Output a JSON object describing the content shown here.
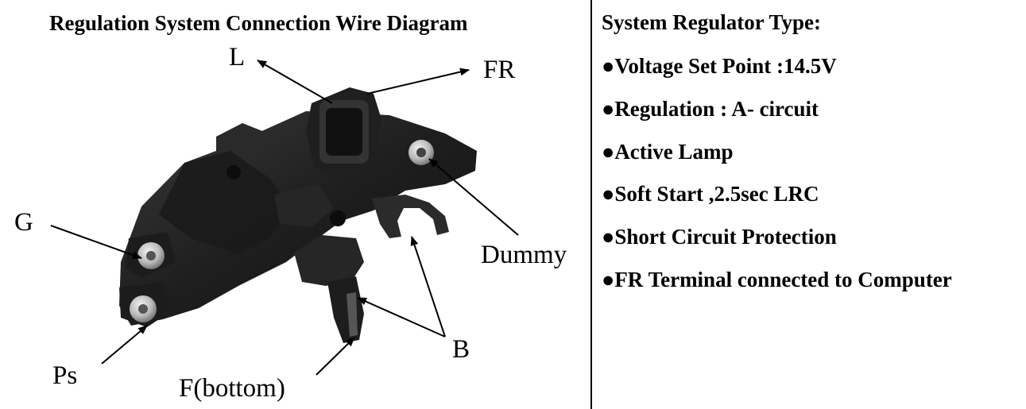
{
  "diagram": {
    "title": "Regulation System Connection Wire Diagram",
    "labels": {
      "L": "L",
      "FR": "FR",
      "G": "G",
      "Dummy": "Dummy",
      "B": "B",
      "Ps": "Ps",
      "F": "F(bottom)"
    }
  },
  "specs": {
    "title": "System Regulator Type:",
    "bullet": "●",
    "items": [
      "Voltage Set Point :14.5V",
      "Regulation : A- circuit",
      "Active Lamp",
      "Soft Start ,2.5sec LRC",
      "Short Circuit Protection",
      "FR Terminal connected to Computer"
    ]
  }
}
